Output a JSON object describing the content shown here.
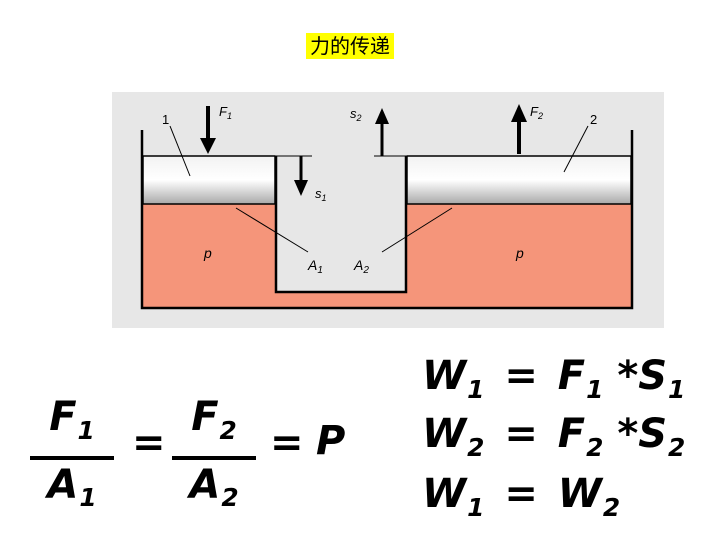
{
  "title": "力的传递",
  "diagram": {
    "piston_small_label": "1",
    "piston_large_label": "2",
    "force1": "F",
    "force1_sub": "1",
    "force2": "F",
    "force2_sub": "2",
    "disp1": "s",
    "disp1_sub": "1",
    "disp2": "s",
    "disp2_sub": "2",
    "area1": "A",
    "area1_sub": "1",
    "area2": "A",
    "area2_sub": "2",
    "pressure_left": "p",
    "pressure_right": "p",
    "colors": {
      "fluid": "#f5957a",
      "piston": "#c9c9c9",
      "background": "#e7e7e7"
    }
  },
  "equation": {
    "f1": "F",
    "f1_sub": "1",
    "a1": "A",
    "a1_sub": "1",
    "f2": "F",
    "f2_sub": "2",
    "a2": "A",
    "a2_sub": "2",
    "eq_sign": "=",
    "result": "P"
  },
  "work": [
    {
      "lhs": "W",
      "lhs_sub": "1",
      "op": "=",
      "f": "F",
      "f_sub": "1",
      "times": "*",
      "s": "S",
      "s_sub": "1"
    },
    {
      "lhs": "W",
      "lhs_sub": "2",
      "op": "=",
      "f": "F",
      "f_sub": "2",
      "times": "*",
      "s": "S",
      "s_sub": "2"
    }
  ],
  "work_equal": {
    "left": "W",
    "left_sub": "1",
    "op": "=",
    "right": "W",
    "right_sub": "2"
  }
}
